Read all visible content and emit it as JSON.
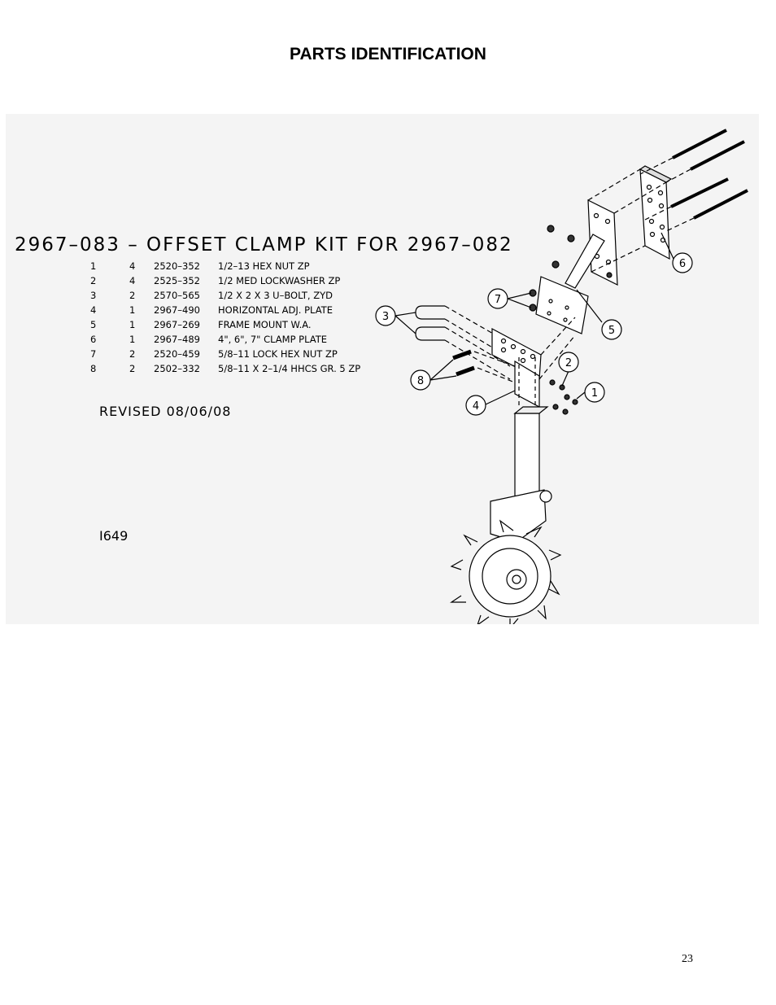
{
  "page": {
    "heading": "PARTS IDENTIFICATION",
    "page_number": "23"
  },
  "drawing": {
    "kit_title": "2967–083 – OFFSET CLAMP KIT FOR 2967–082",
    "revised": "REVISED 08/06/08",
    "drawing_number": "I649",
    "parts": [
      {
        "no": "1",
        "qty": "4",
        "part_number": "2520–352",
        "description": "1/2–13 HEX NUT ZP"
      },
      {
        "no": "2",
        "qty": "4",
        "part_number": "2525–352",
        "description": "1/2 MED LOCKWASHER ZP"
      },
      {
        "no": "3",
        "qty": "2",
        "part_number": "2570–565",
        "description": "1/2 X 2 X 3 U–BOLT, ZYD"
      },
      {
        "no": "4",
        "qty": "1",
        "part_number": "2967–490",
        "description": "HORIZONTAL ADJ. PLATE"
      },
      {
        "no": "5",
        "qty": "1",
        "part_number": "2967–269",
        "description": "FRAME MOUNT W.A."
      },
      {
        "no": "6",
        "qty": "1",
        "part_number": "2967–489",
        "description": "4\", 6\", 7\" CLAMP PLATE"
      },
      {
        "no": "7",
        "qty": "2",
        "part_number": "2520–459",
        "description": "5/8–11 LOCK HEX NUT  ZP"
      },
      {
        "no": "8",
        "qty": "2",
        "part_number": "2502–332",
        "description": "5/8–11 X 2–1/4 HHCS GR. 5 ZP"
      }
    ],
    "callouts": [
      "1",
      "2",
      "3",
      "4",
      "5",
      "6",
      "7",
      "8"
    ]
  }
}
